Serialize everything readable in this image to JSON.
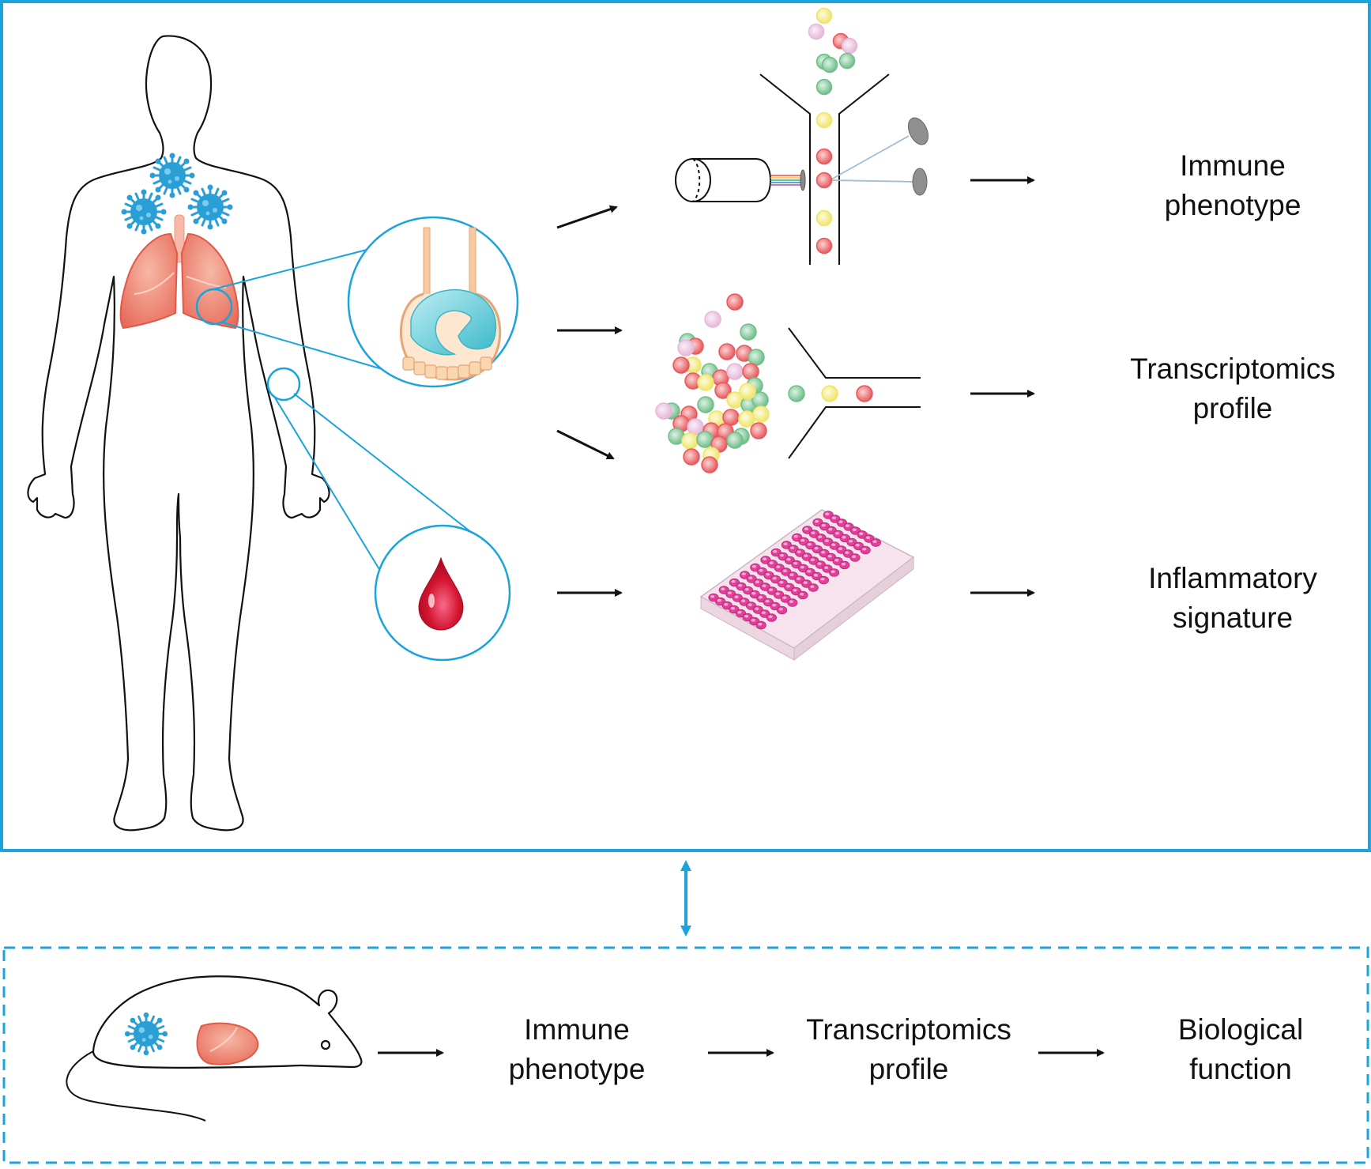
{
  "colors": {
    "frame": "#1aa3dc",
    "arrow": "#111111",
    "virus": "#2a9fd6",
    "lung": "#e86b5a",
    "blood": "#d2142f",
    "plate": "#e0409a",
    "cell_red": "#e8595d",
    "cell_green": "#6fbf8a",
    "cell_yellow": "#efe56a",
    "cell_pink": "#e6b8d8"
  },
  "icons": [
    "human-body-outline",
    "virus-icon",
    "lung-icon",
    "alveolus-icon",
    "blood-drop-icon",
    "flow-cytometer-icon",
    "single-cell-sorter-icon",
    "well-plate-icon",
    "mouse-icon"
  ],
  "top_panel": {
    "outputs": [
      {
        "line1": "Immune",
        "line2": "phenotype"
      },
      {
        "line1": "Transcriptomics",
        "line2": "profile"
      },
      {
        "line1": "Inflammatory",
        "line2": "signature"
      }
    ]
  },
  "bottom_panel": {
    "steps": [
      {
        "line1": "Immune",
        "line2": "phenotype"
      },
      {
        "line1": "Transcriptomics",
        "line2": "profile"
      },
      {
        "line1": "Biological",
        "line2": "function"
      }
    ]
  }
}
